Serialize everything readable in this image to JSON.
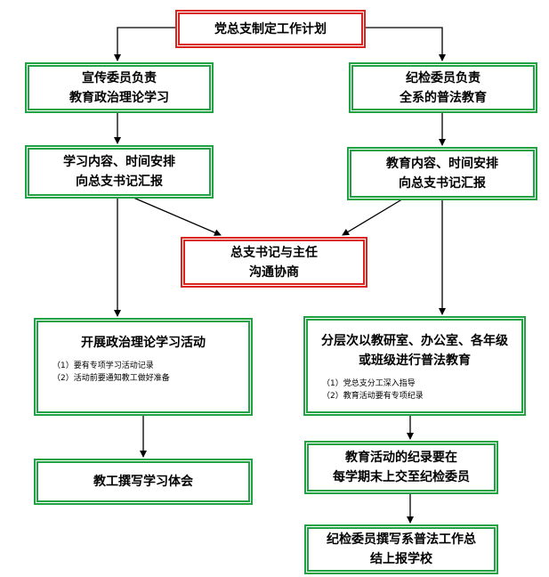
{
  "nodes": {
    "top": {
      "lines": [
        "党总支制定工作计划"
      ]
    },
    "left_1": {
      "lines": [
        "宣传委员负责",
        "教育政治理论学习"
      ]
    },
    "right_1": {
      "lines": [
        "纪检委员负责",
        "全系的普法教育"
      ]
    },
    "left_2": {
      "lines": [
        "学习内容、时间安排",
        "向总支书记汇报"
      ]
    },
    "right_2": {
      "lines": [
        "教育内容、时间安排",
        "向总支书记汇报"
      ]
    },
    "center": {
      "lines": [
        "总支书记与主任",
        "沟通协商"
      ]
    },
    "left_3": {
      "lines": [
        "开展政治理论学习活动"
      ],
      "notes": [
        "（1）要有专项学习活动记录",
        "（2）活动前要通知教工做好准备"
      ]
    },
    "right_3": {
      "lines": [
        "分层次以教研室、办公室、各年级",
        "或班级进行普法教育"
      ],
      "notes": [
        "（1）党总支分工深入指导",
        "（2）教育活动要有专项纪录"
      ]
    },
    "left_4": {
      "lines": [
        "教工撰写学习体会"
      ]
    },
    "right_4": {
      "lines": [
        "教育活动的纪录要在",
        "每学期末上交至纪检委员"
      ]
    },
    "right_5": {
      "lines": [
        "纪检委员撰写系普法工作总",
        "结上报学校"
      ]
    }
  },
  "colors": {
    "green_border": "#21a344",
    "red_border": "#d9251d",
    "arrow": "#000000"
  }
}
